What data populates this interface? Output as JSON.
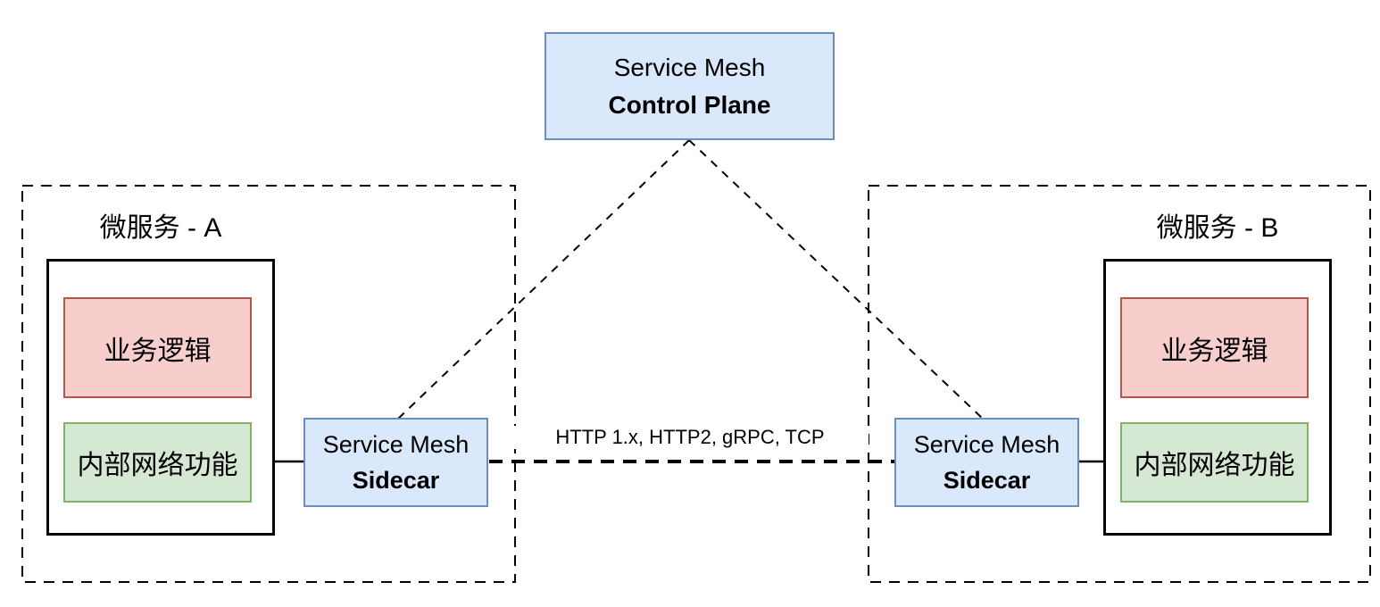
{
  "colors": {
    "blue-fill": "#dae8fc",
    "blue-stroke": "#6c8ebf",
    "red-fill": "#f8cecc",
    "red-stroke": "#b85450",
    "green-fill": "#d5e8d4",
    "green-stroke": "#82b366",
    "line": "#000000"
  },
  "control_plane": {
    "line1": "Service Mesh",
    "line2": "Control Plane"
  },
  "microservice_a": {
    "title": "微服务 - A",
    "business_logic_label": "业务逻辑",
    "internal_network_label": "内部网络功能"
  },
  "sidecar_a": {
    "line1": "Service Mesh",
    "line2": "Sidecar"
  },
  "microservice_b": {
    "title": "微服务 - B",
    "business_logic_label": "业务逻辑",
    "internal_network_label": "内部网络功能"
  },
  "sidecar_b": {
    "line1": "Service Mesh",
    "line2": "Sidecar"
  },
  "connection": {
    "label": "HTTP 1.x, HTTP2, gRPC, TCP"
  }
}
